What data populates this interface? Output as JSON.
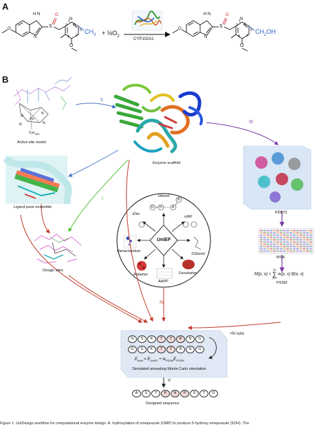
{
  "panel_a": {
    "label": "A",
    "plus_half_o2": "+ ½O",
    "o2_subscript": "2",
    "enzyme": "CYP102A1",
    "substrate_atoms": {
      "nh": "H N",
      "n": "N",
      "s": "S",
      "o": "O",
      "ring_n": "N",
      "n1": "1",
      "n2": "2",
      "n3": "3",
      "n4": "4",
      "n5": "5",
      "n6": "6",
      "ch3": "CH",
      "ch3_sub": "3",
      "o_methoxy": "O",
      "o_left": "O"
    },
    "product_atoms": {
      "nh": "H N",
      "n": "N",
      "s": "S",
      "o": "O",
      "ring_n": "N",
      "n1": "1",
      "n2": "2",
      "n3": "3",
      "n4": "4",
      "n5": "5",
      "n6": "6",
      "ch2oh": "CH",
      "ch2oh_sub": "2",
      "ch2oh_oh": "OH",
      "o_methoxy": "O",
      "o_left": "O"
    },
    "colors": {
      "highlight_blue": "#2c64c8",
      "sulfoxide_red": "#d02020"
    }
  },
  "panel_b": {
    "label": "B",
    "active_site_caption": "Active-site model",
    "active_site_atoms": [
      "N",
      "N",
      "Fe",
      "N",
      "N",
      "Cys",
      "400"
    ],
    "enzyme_caption": "Enzyme scaffold",
    "ligand_caption": "Ligand pose ensemble",
    "design_caption": "Design sites",
    "pdb70_caption": "PDB70",
    "msa_caption": "MSA",
    "pssm_caption": "PSSM",
    "pssm_formula": {
      "lhs": "M(p, a) =",
      "sum_top": "20",
      "sum_bottom": "x=1",
      "rhs": "w(p, x) B(a, x)"
    },
    "arrow_labels": {
      "i": "I",
      "ii": "II",
      "iii": "III",
      "iv": "IV",
      "v": "V"
    },
    "unief": {
      "center": "UniEF",
      "hbond": "Hbond",
      "elec": "Elec",
      "vdw": "vdW",
      "ramachandran": "Ramachandran",
      "ssbond": "SSbond",
      "rotamer": "Rotamer",
      "desolvation": "Desolvation",
      "aapp": "AAPP",
      "hbond_atoms": [
        "D",
        "H",
        "A",
        "B"
      ]
    },
    "monte_carlo": {
      "runs": "×N runs",
      "seq_top": [
        "G",
        "S",
        "K",
        "T",
        "Y",
        "R",
        "N",
        "G"
      ],
      "seq_bottom": [
        "G",
        "S",
        "K",
        "T",
        "Y",
        "R",
        "N",
        "G"
      ],
      "seq_final": [
        "A",
        "S",
        "T",
        "P",
        "N",
        "P",
        "S",
        "T",
        "D"
      ],
      "energy": {
        "e_total": "E",
        "e_total_sub": "total",
        "eq": " = ",
        "e_unief": "E",
        "e_unief_sub": "UniEF",
        "plus": " + w",
        "w_sub": "PSSM",
        "e_pssm": "E",
        "e_pssm_sub": "PSSM"
      },
      "sa_caption": "Simulated annealing Monte Carlo simulation",
      "designed_caption": "Designed sequence"
    },
    "colors": {
      "arrow_blue": "#4a78c2",
      "arrow_purple": "#7a3aa8",
      "arrow_green": "#55c23a",
      "arrow_red": "#c0392b"
    }
  },
  "footer_caption": "Figure 1. UniDesign workflow for computational enzyme design. A. hydroxylation of omeprazole (OMP) to produce 5-hydroxy omeprazole (5OH). The"
}
